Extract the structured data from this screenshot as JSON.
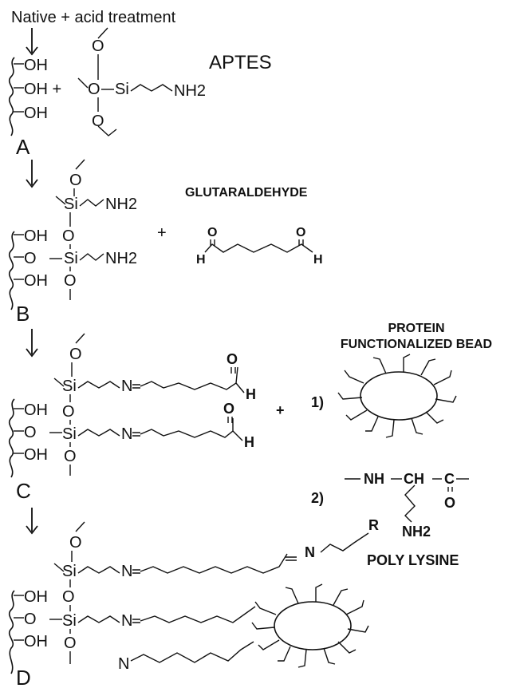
{
  "header": {
    "native_label": "Native + acid treatment"
  },
  "stages": {
    "a": "A",
    "b": "B",
    "c": "C",
    "d": "D"
  },
  "atoms": {
    "oh": "OH",
    "o": "O",
    "si": "Si",
    "nh2": "NH2",
    "n": "N",
    "h": "H",
    "r": "R",
    "nh": "NH",
    "ch": "CH",
    "c": "C",
    "oh_plus": "OH +"
  },
  "reagents": {
    "aptes": "APTES",
    "glutaraldehyde": "GLUTARALDEHYDE",
    "protein_bead": [
      "PROTEIN",
      "FUNCTIONALIZED BEAD"
    ],
    "poly_lysine": "POLY LYSINE"
  },
  "operators": {
    "plus": "+",
    "option_1": "1)",
    "option_2": "2)"
  }
}
